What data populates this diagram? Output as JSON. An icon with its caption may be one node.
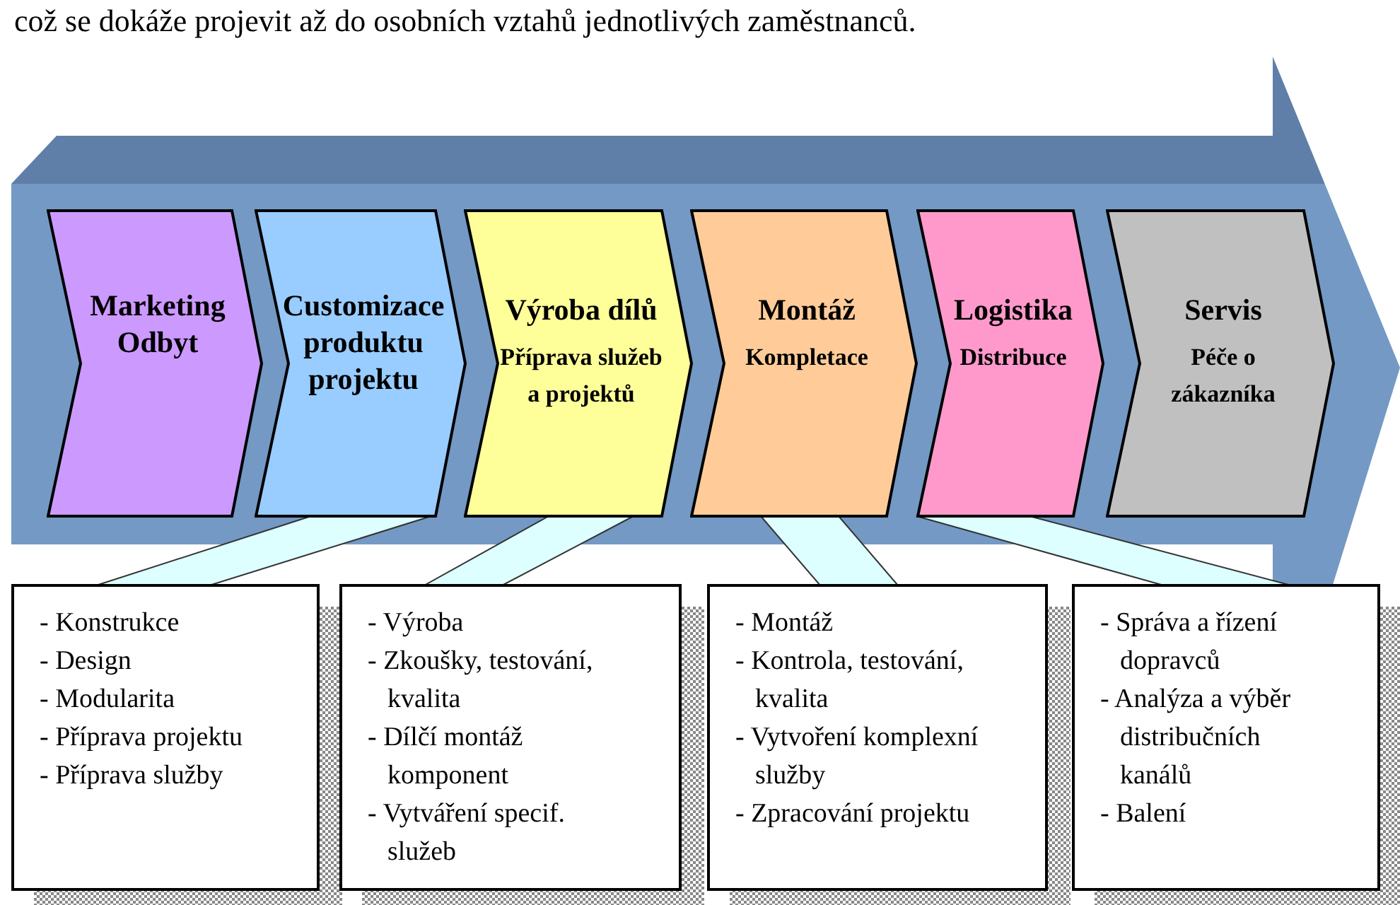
{
  "diagram": {
    "nodes": [
      {
        "text": [
          "Marketing Odbyt"
        ]
      },
      {
        "text": [
          "Customizace produktu projektu"
        ]
      },
      {
        "text": [
          "Výroba dílů",
          "Příprava služeb a projektů"
        ]
      },
      {
        "text": [
          "Montáž",
          "Kompletace"
        ]
      },
      {
        "text": [
          "Logistika",
          "Distribuce"
        ]
      },
      {
        "text": [
          "Servis",
          "Péče o zákazníka"
        ]
      },
      {
        "text": [
          "- Konstrukce",
          "- Design",
          "- Modularita",
          "- Příprava projektu",
          "- Příprava služby"
        ]
      },
      {
        "text": [
          "- Výroba",
          "- Zkoušky, testování, kvalita",
          "- Dílčí montáž komponent",
          "- Vytváření specif. služeb"
        ]
      },
      {
        "text": [
          "- Montáž",
          "- Kontrola, testování, kvalita",
          "- Vytvoření komplexní služby",
          "- Zpracování projektu"
        ]
      },
      {
        "text": [
          "- Správa a řízení dopravců",
          "- Analýza a výběr distribučních kanálů",
          "- Balení"
        ]
      }
    ],
    "edges": [
      {
        "from": 1,
        "to": 6,
        "arrow": "none"
      },
      {
        "from": 2,
        "to": 7,
        "arrow": "none"
      },
      {
        "from": 3,
        "to": 8,
        "arrow": "none"
      },
      {
        "from": 4,
        "to": 9,
        "arrow": "none"
      }
    ],
    "labels": [
      "což se dokáže projevit až do osobních vztahů jednotlivých zaměstnanců."
    ]
  }
}
